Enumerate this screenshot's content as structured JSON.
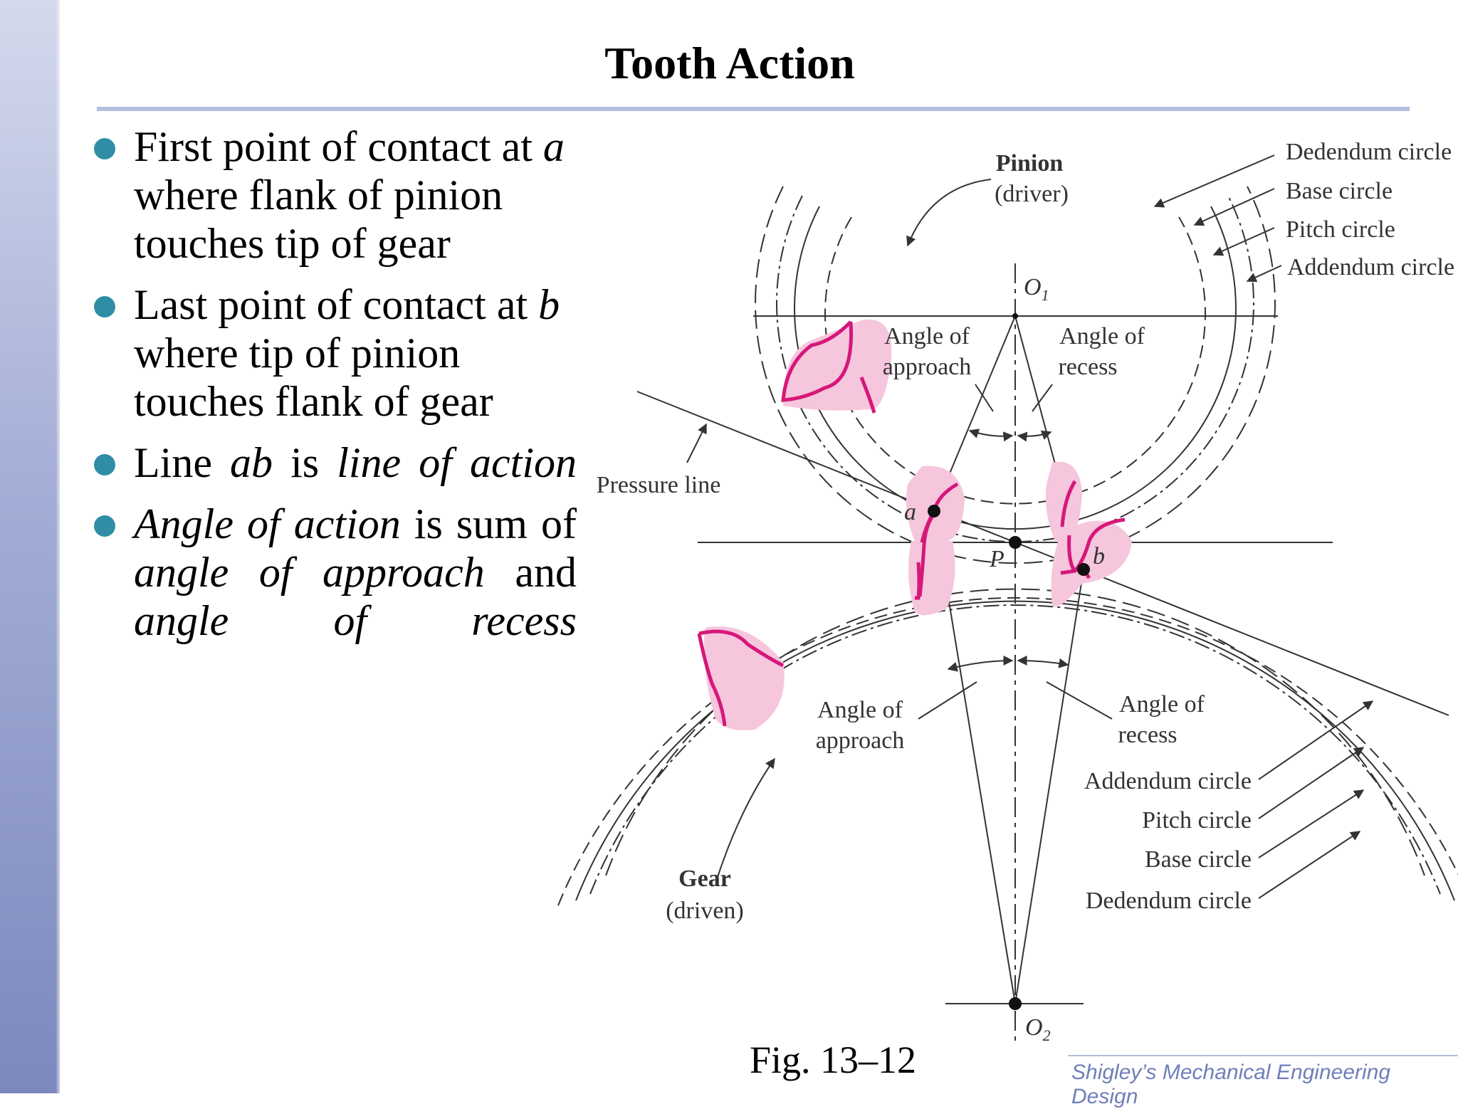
{
  "slide": {
    "title": "Tooth Action",
    "bullets": [
      {
        "parts": [
          {
            "text": "First point of contact at ",
            "italic": false
          },
          {
            "text": "a",
            "italic": true
          },
          {
            "text": " where flank of pinion touches tip of gear",
            "italic": false
          }
        ]
      },
      {
        "parts": [
          {
            "text": "Last point of contact at ",
            "italic": false
          },
          {
            "text": "b",
            "italic": true
          },
          {
            "text": " where tip of pinion touches flank of gear",
            "italic": false
          }
        ]
      },
      {
        "parts": [
          {
            "text": "Line ",
            "italic": false
          },
          {
            "text": "ab",
            "italic": true
          },
          {
            "text": " is ",
            "italic": false
          },
          {
            "text": "line of action",
            "italic": true
          }
        ]
      },
      {
        "parts": [
          {
            "text": "Angle of action",
            "italic": true
          },
          {
            "text": " is sum of ",
            "italic": false
          },
          {
            "text": "angle of approach",
            "italic": true
          },
          {
            "text": " and ",
            "italic": false
          },
          {
            "text": "angle of recess",
            "italic": true
          }
        ]
      }
    ],
    "figure_caption": "Fig. 13–12",
    "footer": "Shigley’s Mechanical Engineering Design"
  },
  "figure": {
    "pinion_title": "Pinion",
    "pinion_sub": "(driver)",
    "gear_title": "Gear",
    "gear_sub": "(driven)",
    "pinion_circles": [
      "Dedendum circle",
      "Base circle",
      "Pitch circle",
      "Addendum circle"
    ],
    "gear_circles": [
      "Addendum circle",
      "Pitch circle",
      "Base circle",
      "Dedendum circle"
    ],
    "angle_of": "Angle of",
    "approach": "approach",
    "recess": "recess",
    "pressure_line": "Pressure line",
    "o1": "O",
    "o1_sub": "1",
    "o2": "O",
    "o2_sub": "2",
    "point_a": "a",
    "point_b": "b",
    "point_p": "P",
    "tooth_color": "#d6177a",
    "tooth_shade": "#f5c6dc"
  }
}
